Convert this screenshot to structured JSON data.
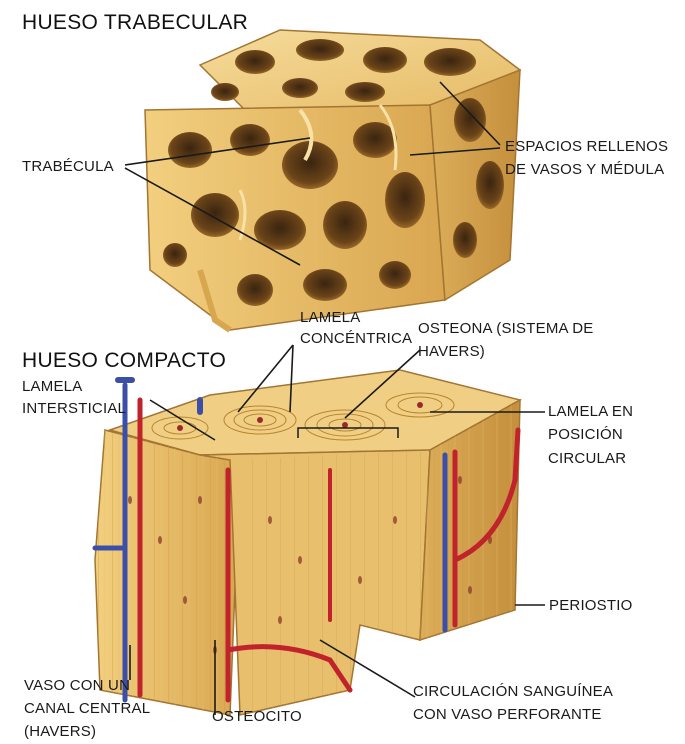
{
  "titles": {
    "trabecular": "HUESO TRABECULAR",
    "compact": "HUESO COMPACTO"
  },
  "labels": {
    "trabecula": "TRABÉCULA",
    "spaces_line1": "ESPACIOS RELLENOS",
    "spaces_line2": "DE VASOS Y MÉDULA",
    "lamela_concentrica_line1": "LAMELA",
    "lamela_concentrica_line2": "CONCÉNTRICA",
    "osteona_line1": "OSTEONA (SISTEMA DE",
    "osteona_line2": "HAVERS)",
    "lamela_intersticial_line1": "LAMELA",
    "lamela_intersticial_line2": "INTERSTICIAL",
    "lamela_circular_line1": "LAMELA EN",
    "lamela_circular_line2": "POSICIÓN",
    "lamela_circular_line3": "CIRCULAR",
    "periostio": "PERIOSTIO",
    "vaso_line1": "VASO CON UN",
    "vaso_line2": "CANAL CENTRAL",
    "vaso_line3": "(HAVERS)",
    "osteocito": "OSTEOCITO",
    "circulacion_line1": "CIRCULACIÓN SANGUÍNEA",
    "circulacion_line2": "CON VASO PERFORANTE"
  },
  "colors": {
    "bone_light": "#f3d48a",
    "bone_mid": "#e2b45c",
    "bone_dark": "#b8852f",
    "bone_shadow": "#7a5220",
    "artery": "#c0232b",
    "vein": "#3b4fa8",
    "leader": "#1a1a1a"
  }
}
